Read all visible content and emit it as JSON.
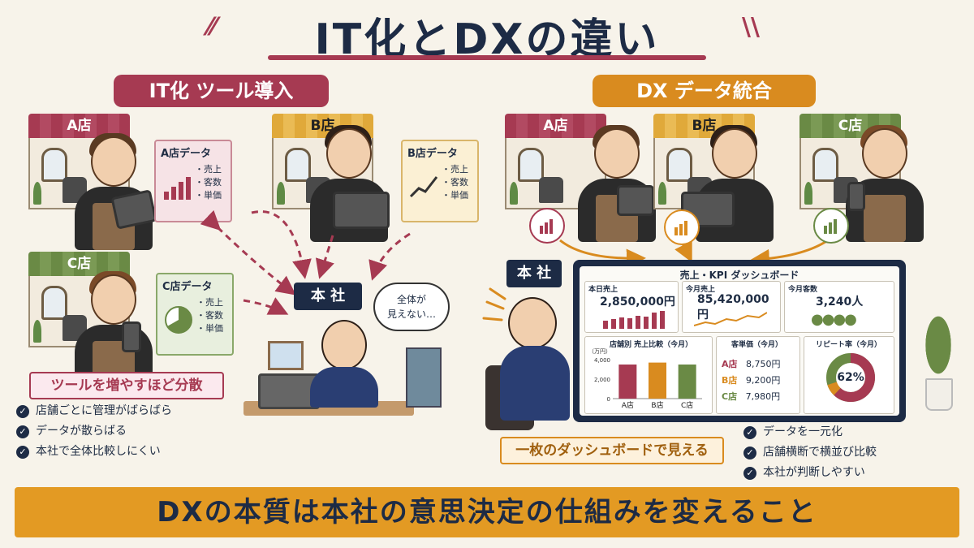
{
  "title": "IT化とDXの違い",
  "it_header": "IT化 ツール導入",
  "dx_header": "DX データ統合",
  "shops": {
    "a": "A店",
    "b": "B店",
    "c": "C店"
  },
  "it_docs": [
    {
      "title": "A店データ",
      "items": [
        "・売上",
        "・客数",
        "・単価"
      ],
      "visual": "bar-chart"
    },
    {
      "title": "B店データ",
      "items": [
        "・売上",
        "・客数",
        "・単価"
      ],
      "visual": "line-chart"
    },
    {
      "title": "C店データ",
      "items": [
        "・売上",
        "・客数",
        "・単価"
      ],
      "visual": "pie-chart"
    }
  ],
  "hq_label": "本 社",
  "thought_bubble": "全体が\n見えない…",
  "it_tag": "ツールを増やすほど分散",
  "it_points": [
    "店舗ごとに管理がばらばら",
    "データが散らばる",
    "本社で全体比較しにくい"
  ],
  "dashboard": {
    "title": "売上・KPI ダッシュボード",
    "today_sales_label": "本日売上",
    "today_sales_value": "2,850,000円",
    "month_sales_label": "今月売上",
    "month_sales_value": "85,420,000円",
    "month_customers_label": "今月客数",
    "month_customers_value": "3,240人",
    "store_compare_label": "店舗別 売上比較（今月）",
    "y_unit": "（万円）",
    "unit_price_label": "客単価（今月）",
    "unit_prices": [
      {
        "store": "A店",
        "value": "8,750円"
      },
      {
        "store": "B店",
        "value": "9,200円"
      },
      {
        "store": "C店",
        "value": "7,980円"
      }
    ],
    "repeat_label": "リピート率（今月）",
    "repeat_value": "62%"
  },
  "chart_data": {
    "type": "bar",
    "title": "店舗別 売上比較（今月）",
    "categories": [
      "A店",
      "B店",
      "C店"
    ],
    "values": [
      3500,
      3700,
      3500
    ],
    "ylabel": "（万円）",
    "yticks": [
      "4,000",
      "2,000",
      "0"
    ],
    "ylim": [
      0,
      4000
    ],
    "colors": [
      "#a63a52",
      "#d98b1f",
      "#6a8a45"
    ]
  },
  "dx_tag": "一枚のダッシュボードで見える",
  "dx_points": [
    "データを一元化",
    "店舗横断で横並び比較",
    "本社が判断しやすい"
  ],
  "bottom_message": "DXの本質は本社の意思決定の仕組みを変えること",
  "colors": {
    "it": "#a63a52",
    "dx": "#d98b1f",
    "navy": "#1d2b45"
  }
}
